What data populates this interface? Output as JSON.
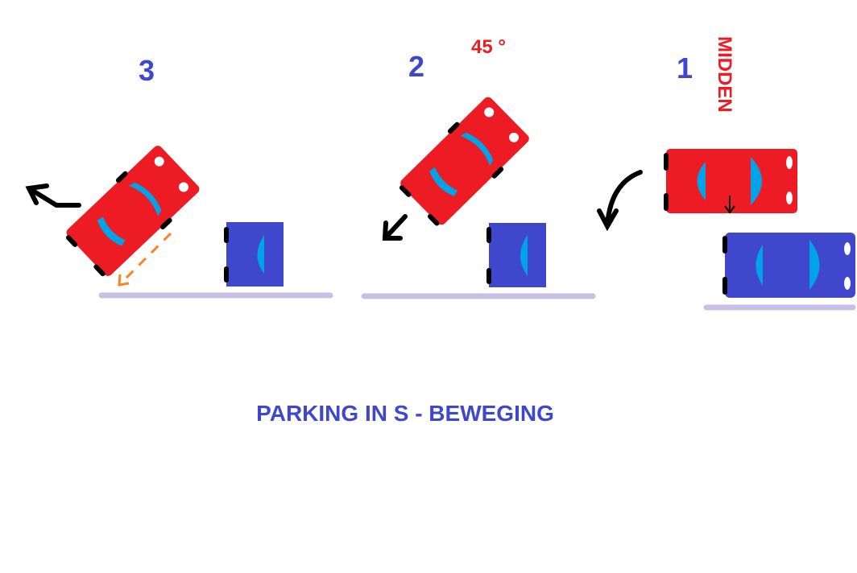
{
  "title": "PARKING IN S - BEWEGING",
  "steps": [
    {
      "number": "1",
      "note": "MIDDEN"
    },
    {
      "number": "2",
      "note": "45 °"
    },
    {
      "number": "3"
    }
  ],
  "colors": {
    "moving_car": "#ed1c24",
    "parked_car": "#3f48cc",
    "window": "#00a2e8",
    "curb": "#c8bfe7",
    "label": "#3f48cc",
    "note": "#ed1c24",
    "guide": "#ff7f27",
    "arrow": "#000000"
  }
}
